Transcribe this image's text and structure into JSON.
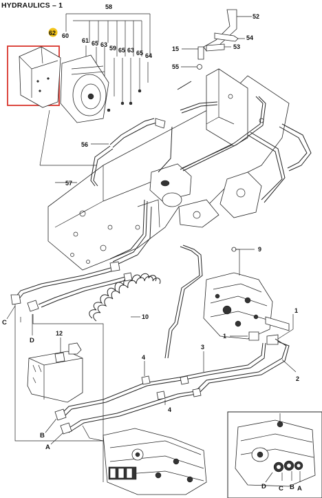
{
  "page": {
    "title": "HYDRAULICS – 1"
  },
  "highlight": {
    "color": "#d9342b",
    "marker_label": "62",
    "marker_color": "#f2c318"
  },
  "callouts": {
    "c58": "58",
    "c60": "60",
    "c61": "61",
    "c65a": "65",
    "c63a": "63",
    "c59": "59",
    "c65b": "65",
    "c63b": "63",
    "c65c": "65",
    "c64": "64",
    "c52": "52",
    "c54": "54",
    "c15": "15",
    "c53": "53",
    "c55": "55",
    "c56": "56",
    "c57": "57",
    "c9": "9",
    "c10": "10",
    "c1a": "1",
    "c1b": "1",
    "c3": "3",
    "c2": "2",
    "c12": "12",
    "c4a": "4",
    "c4b": "4"
  },
  "port_letters": {
    "C": "C",
    "D": "D",
    "B": "B",
    "A": "A"
  },
  "inset": {
    "D": "D",
    "C": "C",
    "B": "B",
    "A": "A"
  }
}
